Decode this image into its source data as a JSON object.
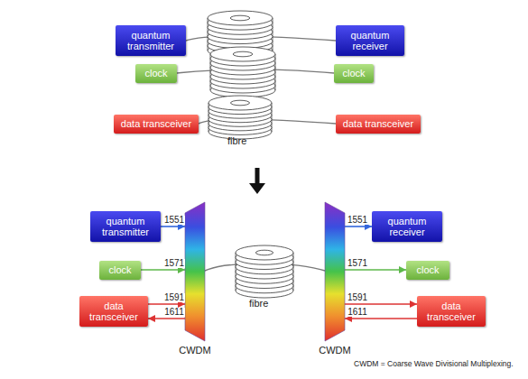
{
  "diagram": {
    "caption": "CWDM = Coarse Wave Divisional Multiplexing.",
    "nodes": [
      {
        "text": [
          "quantum transmitter"
        ]
      },
      {
        "text": [
          "quantum receiver"
        ]
      },
      {
        "text": [
          "clock"
        ]
      },
      {
        "text": [
          "clock"
        ]
      },
      {
        "text": [
          "data transceiver"
        ]
      },
      {
        "text": [
          "data transceiver"
        ]
      },
      {
        "text": [
          "quantum transmitter"
        ]
      },
      {
        "text": [
          "clock"
        ]
      },
      {
        "text": [
          "data transceiver"
        ]
      },
      {
        "text": [
          "CWDM"
        ]
      },
      {
        "text": [
          "CWDM"
        ]
      },
      {
        "text": [
          "quantum receiver"
        ]
      },
      {
        "text": [
          "clock"
        ]
      },
      {
        "text": [
          "data transceiver"
        ]
      }
    ],
    "edges": [
      {
        "from": 0,
        "to": 1,
        "arrow": "none"
      },
      {
        "from": 2,
        "to": 3,
        "arrow": "none"
      },
      {
        "from": 4,
        "to": 5,
        "arrow": "none"
      },
      {
        "from": 6,
        "to": 9,
        "arrow": "to",
        "label": "1551"
      },
      {
        "from": 7,
        "to": 9,
        "arrow": "to",
        "label": "1571"
      },
      {
        "from": 8,
        "to": 9,
        "arrow": "to",
        "label": "1591"
      },
      {
        "from": 9,
        "to": 8,
        "arrow": "to",
        "label": "1611"
      },
      {
        "from": 9,
        "to": 10,
        "arrow": "none"
      },
      {
        "from": 10,
        "to": 11,
        "arrow": "to",
        "label": "1551"
      },
      {
        "from": 10,
        "to": 12,
        "arrow": "to",
        "label": "1571"
      },
      {
        "from": 10,
        "to": 13,
        "arrow": "to",
        "label": "1591"
      },
      {
        "from": 13,
        "to": 10,
        "arrow": "to",
        "label": "1611"
      }
    ],
    "labels": [
      "fibre",
      "fibre"
    ]
  }
}
